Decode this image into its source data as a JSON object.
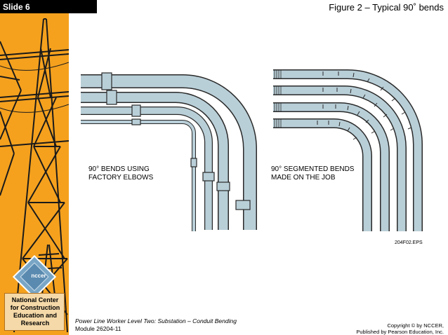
{
  "header": {
    "slide_label": "Slide 6",
    "figure_title": "Figure 2 – Typical 90˚   bends"
  },
  "sidebar": {
    "logo_text": "nccer",
    "org_lines": [
      "National Center",
      "for Construction",
      "Education and",
      "Research"
    ]
  },
  "figure": {
    "left_caption": [
      "90° BENDS USING",
      "FACTORY ELBOWS"
    ],
    "right_caption": [
      "90° SEGMENTED BENDS",
      "MADE ON THE JOB"
    ],
    "figure_code": "204F02.EPS"
  },
  "footer": {
    "course_title": "Power Line Worker Level Two: Substation – Conduit Bending",
    "module": "Module 26204-11",
    "copyright_line1": "Copyright © by NCCER,",
    "copyright_line2": "Published by Pearson Education, Inc."
  },
  "colors": {
    "sidebar_orange": "#f5a11e",
    "conduit_fill": "#b9cfd8",
    "outline": "#2a2a2a"
  }
}
